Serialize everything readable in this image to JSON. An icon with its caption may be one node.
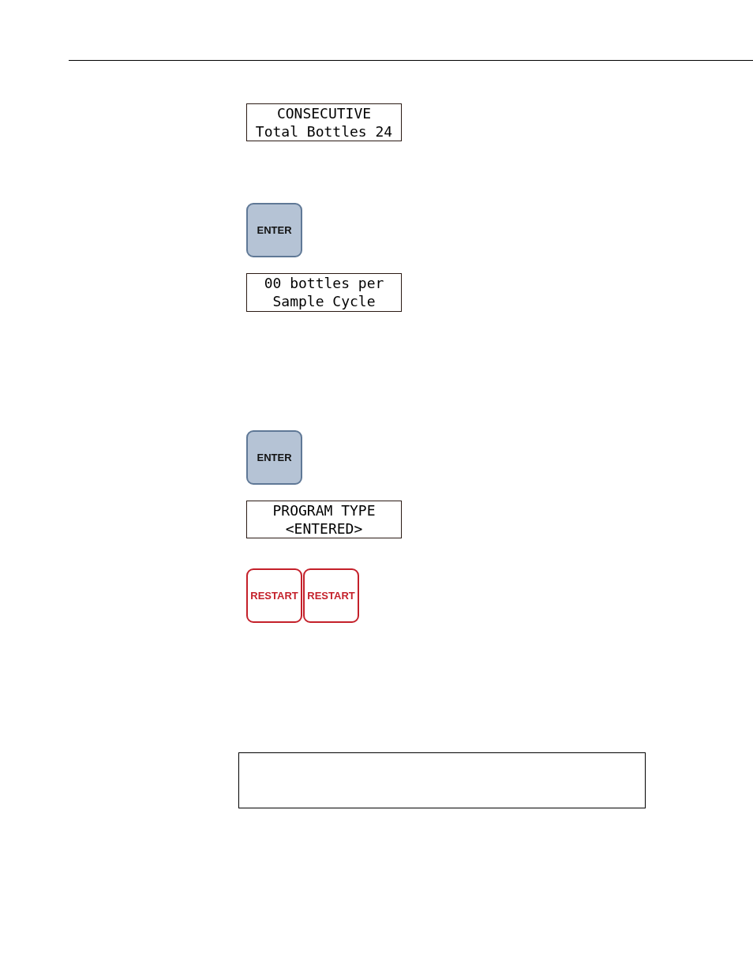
{
  "diagram": {
    "nodes": [
      {
        "text": [
          "CONSECUTIVE",
          "Total Bottles 24"
        ]
      },
      {
        "text": [
          "ENTER"
        ]
      },
      {
        "text": [
          "00 bottles per",
          "Sample Cycle"
        ]
      },
      {
        "text": [
          "ENTER"
        ]
      },
      {
        "text": [
          "PROGRAM TYPE",
          "<ENTERED>"
        ]
      },
      {
        "text": [
          "RESTART"
        ]
      },
      {
        "text": [
          "RESTART"
        ]
      },
      {
        "text": [],
        "shape": "box"
      }
    ]
  }
}
